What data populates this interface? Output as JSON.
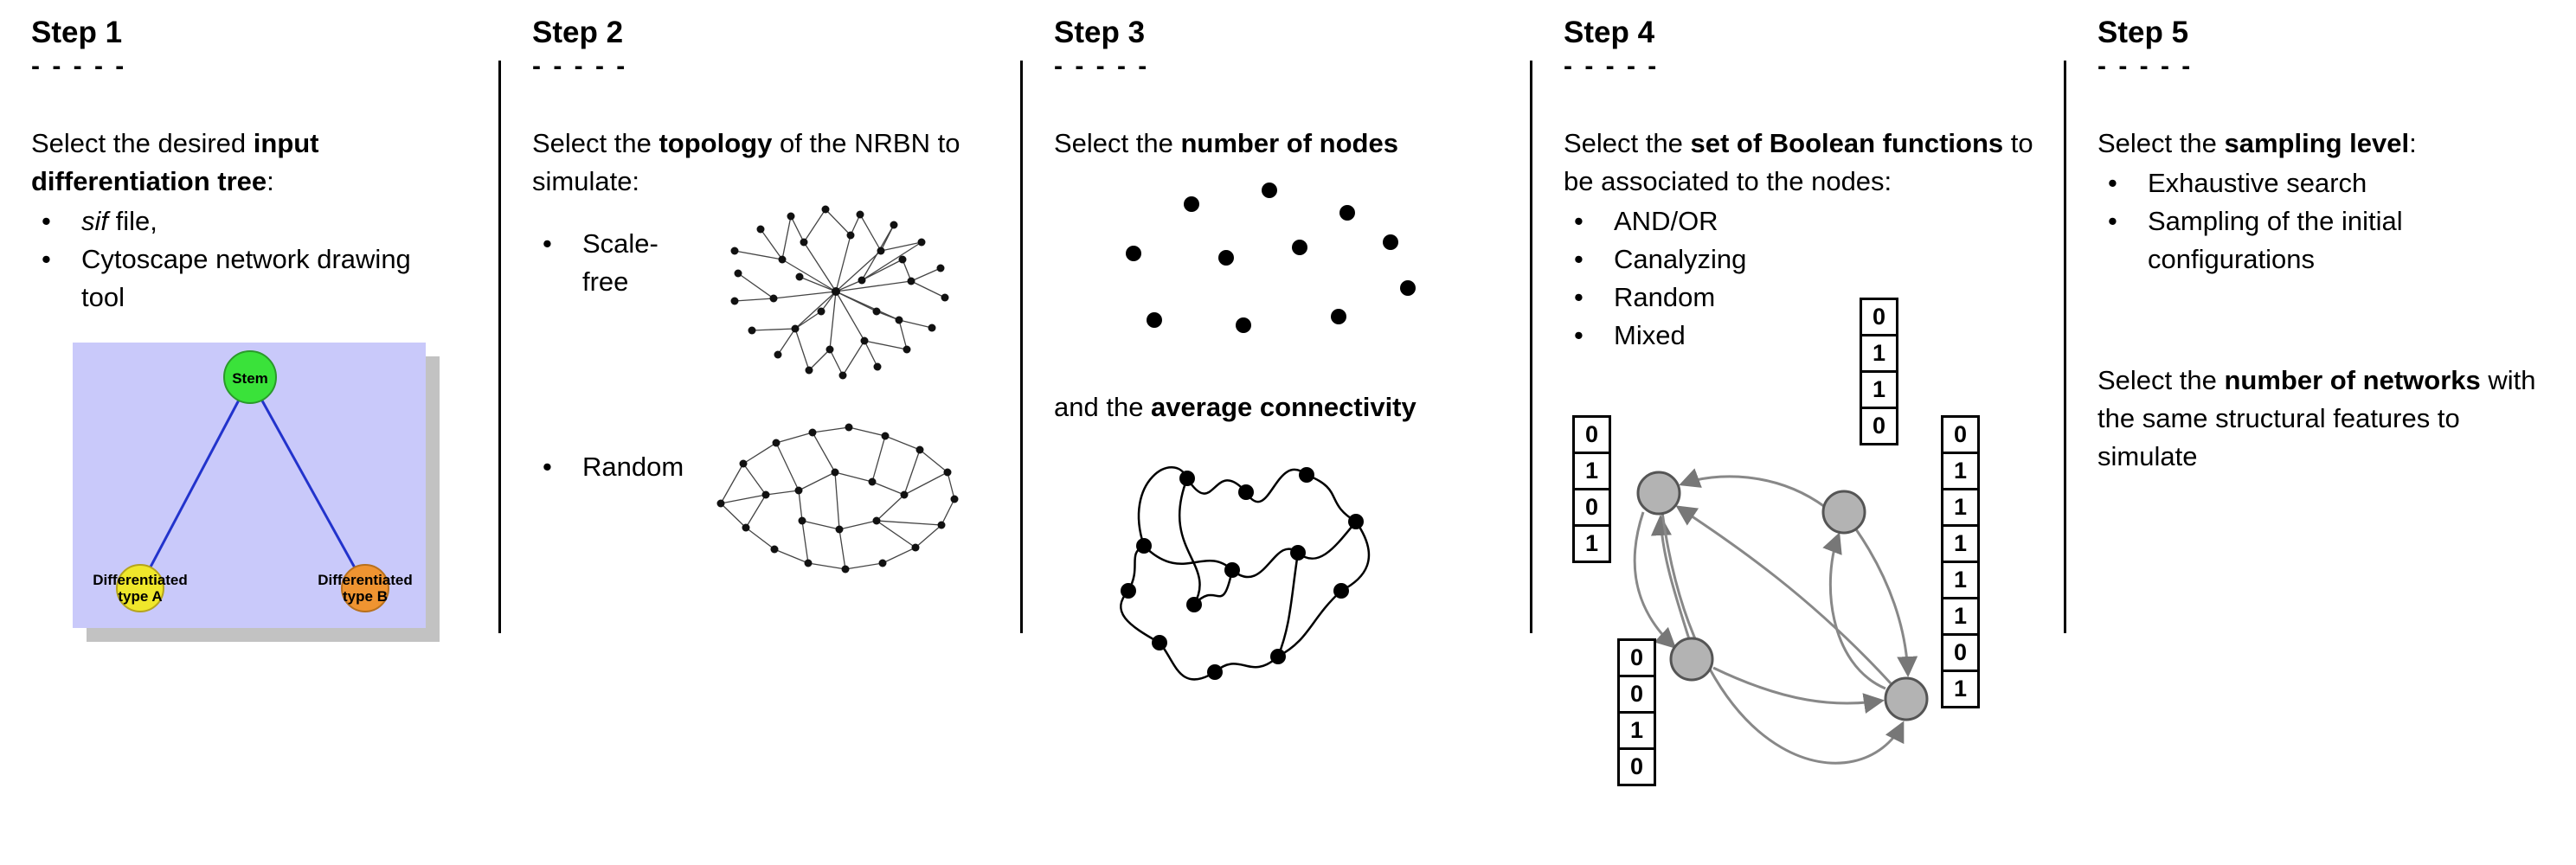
{
  "page": {
    "background": "#ffffff",
    "divider_color": "#000000"
  },
  "steps": [
    {
      "title": "Step 1",
      "dashes": "- - - - -",
      "intro": {
        "pre": "Select the desired ",
        "bold": "input differentiation tree",
        "post": ":"
      },
      "bullets": [
        {
          "italic": "sif",
          "text": " file,"
        },
        {
          "italic": "",
          "text": "Cytoscape network drawing tool"
        }
      ],
      "tree": {
        "stem_label": "Stem",
        "type_a_line1": "Differentiated",
        "type_a_line2": "type A",
        "type_b_line1": "Differentiated",
        "type_b_line2": "type B",
        "colors": {
          "background": "#c9c9fa",
          "shadow": "#9a9a9a",
          "stem": "#3ae23a",
          "type_a": "#efe72b",
          "type_b": "#ef9431",
          "edge": "#2233cc"
        }
      }
    },
    {
      "title": "Step 2",
      "dashes": "- - - - -",
      "intro": {
        "pre": "Select the ",
        "bold": "topology",
        "post": " of the NRBN to simulate:"
      },
      "bullets": [
        {
          "text": "Scale-free"
        },
        {
          "text": "Random"
        }
      ]
    },
    {
      "title": "Step 3",
      "dashes": "- - - - -",
      "intro1": {
        "pre": "Select the ",
        "bold": "number of nodes",
        "post": ""
      },
      "intro2": {
        "pre": "and the ",
        "bold": "average connectivity",
        "post": ""
      }
    },
    {
      "title": "Step 4",
      "dashes": "- - - - -",
      "intro": {
        "pre": "Select the ",
        "bold": "set of Boolean functions",
        "post": " to be associated to the nodes:"
      },
      "bullets": [
        {
          "text": "AND/OR"
        },
        {
          "text": "Canalyzing"
        },
        {
          "text": "Random"
        },
        {
          "text": "Mixed"
        }
      ],
      "truth_tables": {
        "left": [
          "0",
          "1",
          "0",
          "1"
        ],
        "top": [
          "0",
          "1",
          "1",
          "0"
        ],
        "bottom": [
          "0",
          "0",
          "1",
          "0"
        ],
        "right": [
          "0",
          "1",
          "1",
          "1",
          "1",
          "1",
          "0",
          "1"
        ]
      },
      "node_color": "#b3b3b3",
      "arrow_color": "#888888"
    },
    {
      "title": "Step 5",
      "dashes": "- - - - -",
      "intro1": {
        "pre": "Select the ",
        "bold": "sampling level",
        "post": ":"
      },
      "bullets": [
        {
          "text": "Exhaustive search"
        },
        {
          "text": "Sampling of the initial configurations"
        }
      ],
      "intro2": {
        "pre": "Select the ",
        "bold": "number of networks",
        "post": " with the same structural features to simulate"
      }
    }
  ]
}
